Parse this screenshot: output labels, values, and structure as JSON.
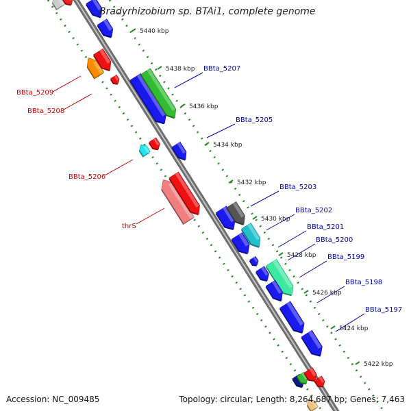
{
  "title": "Bradyrhizobium sp. BTAi1, complete genome",
  "footer": {
    "accession": "Accession: NC_009485",
    "summary": "Topology: circular; Length: 8,264,687 bp; Genes: 7,463"
  },
  "colors": {
    "backbone": "#8a8a8a",
    "backbone_highlight": "#b8b8b8",
    "tick": "#2a8a2a",
    "label_forward": "#0000aa",
    "label_reverse": "#cc0000"
  },
  "scale_ticks": [
    "5440 kbp",
    "5438 kbp",
    "5436 kbp",
    "5434 kbp",
    "5432 kbp",
    "5430 kbp",
    "5428 kbp",
    "5426 kbp",
    "5424 kbp",
    "5422 kbp"
  ],
  "gene_labels_forward": [
    "BBta_5207",
    "BBta_5205",
    "BBta_5203",
    "BBta_5202",
    "BBta_5201",
    "BBta_5200",
    "BBta_5199",
    "BBta_5198",
    "BBta_5197"
  ],
  "gene_labels_reverse": [
    "BBta_5209",
    "BBta_5208",
    "BBta_5206",
    "thrS"
  ]
}
